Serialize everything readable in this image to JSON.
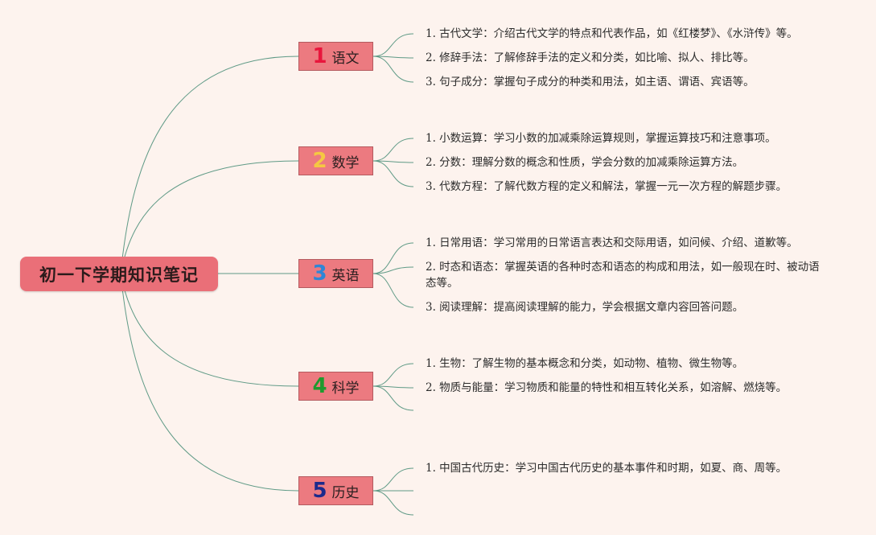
{
  "title": "初一下学期知识笔记",
  "colors": {
    "background": "#fdf3ee",
    "node_fill": "#ec7a80",
    "root_fill": "#ea6f78",
    "connector": "#5f9a86"
  },
  "subjects": [
    {
      "num": "1",
      "name": "语文",
      "num_color": "#e8163c",
      "points": [
        "1. 古代文学：介绍古代文学的特点和代表作品，如《红楼梦》、《水浒传》等。",
        "2. 修辞手法：了解修辞手法的定义和分类，如比喻、拟人、排比等。",
        "3. 句子成分：掌握句子成分的种类和用法，如主语、谓语、宾语等。"
      ]
    },
    {
      "num": "2",
      "name": "数学",
      "num_color": "#f5c842",
      "points": [
        "1. 小数运算：学习小数的加减乘除运算规则，掌握运算技巧和注意事项。",
        "2. 分数：理解分数的概念和性质，学会分数的加减乘除运算方法。",
        "3. 代数方程：了解代数方程的定义和解法，掌握一元一次方程的解题步骤。"
      ]
    },
    {
      "num": "3",
      "name": "英语",
      "num_color": "#2f86d6",
      "points": [
        "1. 日常用语：学习常用的日常语言表达和交际用语，如问候、介绍、道歉等。",
        "2. 时态和语态：掌握英语的各种时态和语态的构成和用法，如一般现在时、被动语态等。",
        "3. 阅读理解：提高阅读理解的能力，学会根据文章内容回答问题。"
      ]
    },
    {
      "num": "4",
      "name": "科学",
      "num_color": "#1f9a2e",
      "points": [
        "1. 生物：了解生物的基本概念和分类，如动物、植物、微生物等。",
        "2. 物质与能量：学习物质和能量的特性和相互转化关系，如溶解、燃烧等。"
      ]
    },
    {
      "num": "5",
      "name": "历史",
      "num_color": "#1c2a8c",
      "points": [
        "1. 中国古代历史：学习中国古代历史的基本事件和时期，如夏、商、周等。"
      ]
    }
  ]
}
